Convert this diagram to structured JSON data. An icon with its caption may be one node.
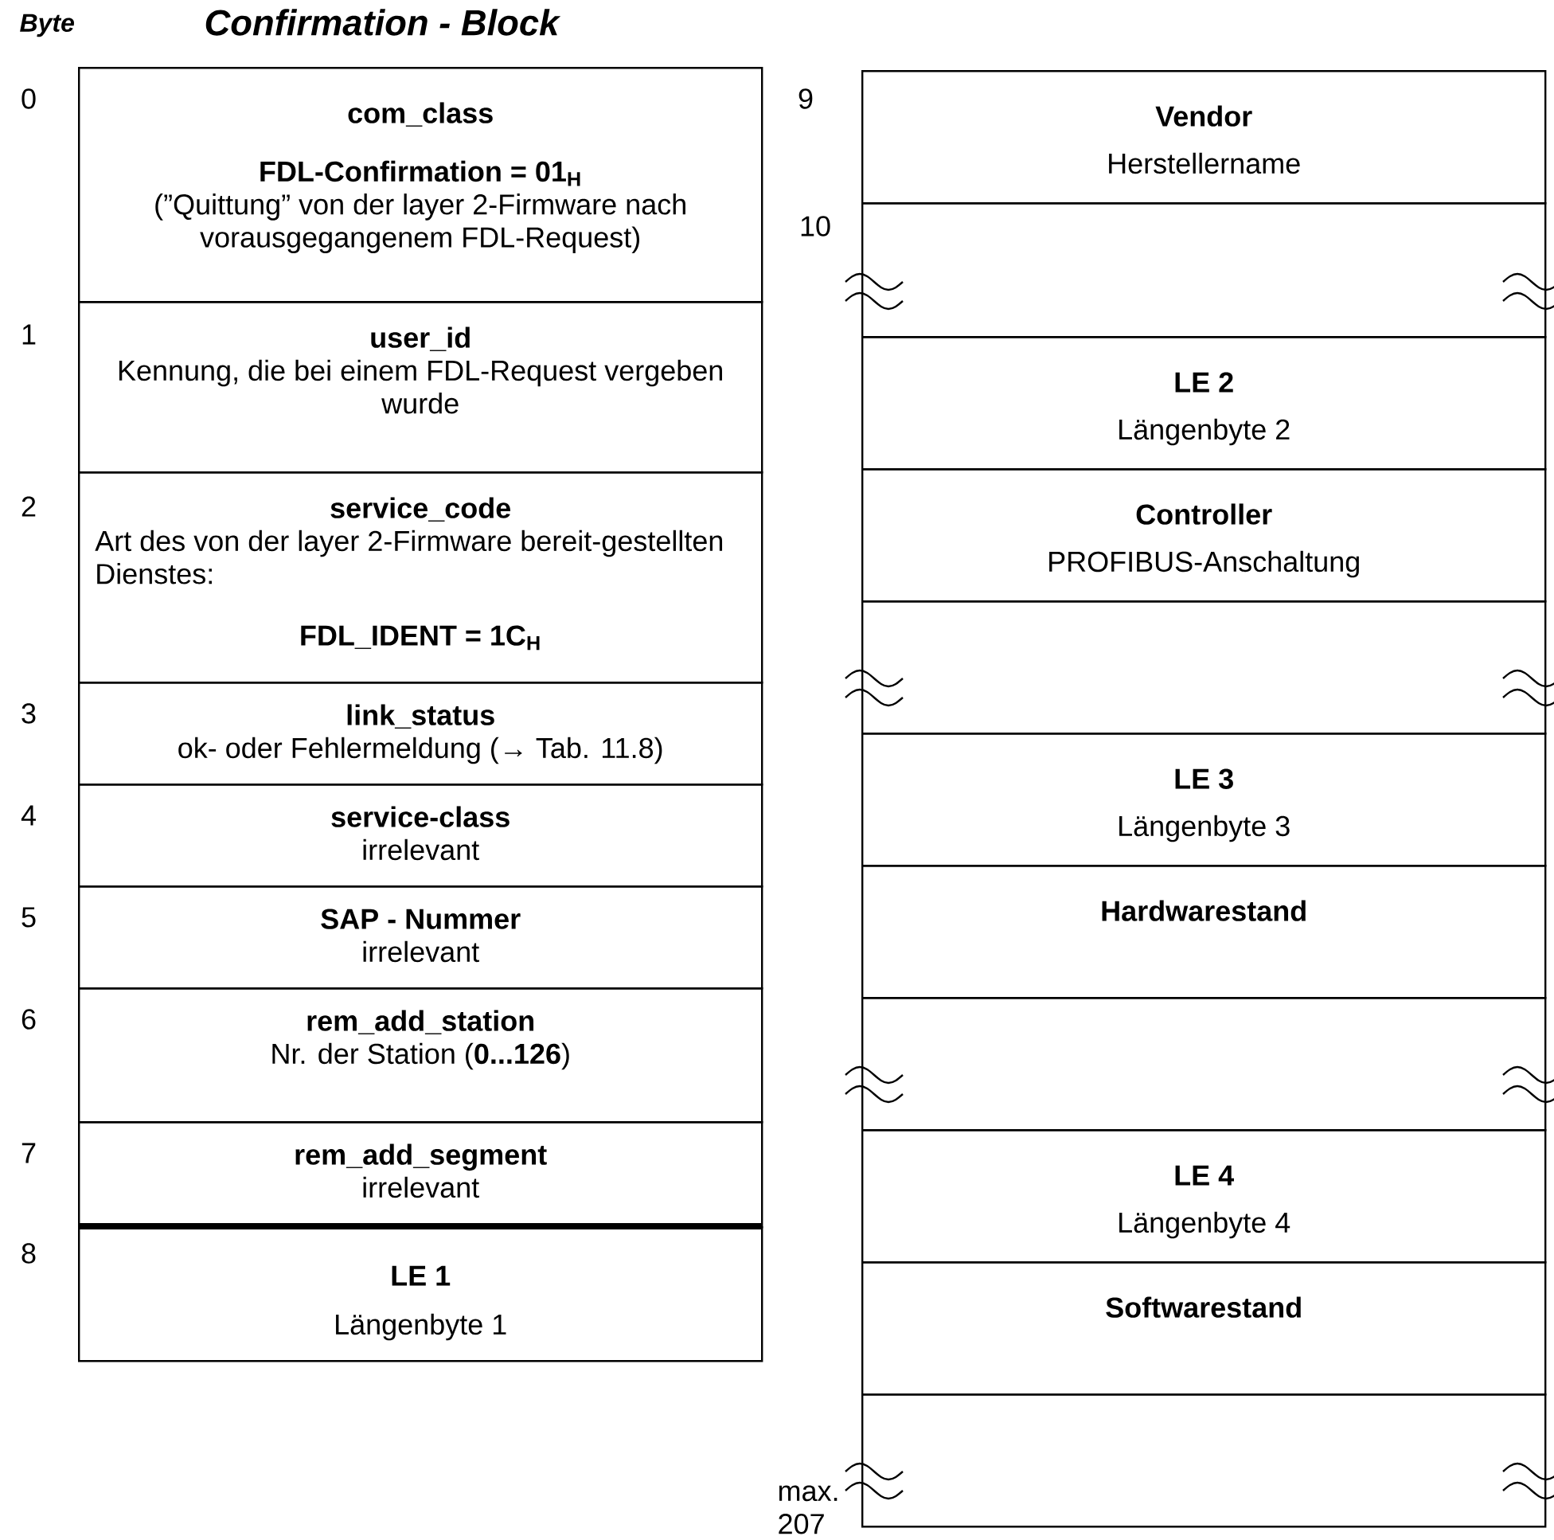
{
  "diagram": {
    "title": "Confirmation - Block",
    "nodes": [
      {
        "text": [
          "com_class",
          "FDL-Confirmation = 01$_{H}$",
          "(”Quittung” von der layer 2-Firmware nach vorausgegangenem FDL-Request)"
        ],
        "beside": [
          "0"
        ]
      },
      {
        "text": [
          "user_id",
          "Kennung, die bei einem FDL-Request vergeben wurde"
        ],
        "beside": [
          "1"
        ]
      },
      {
        "text": [
          "service_code",
          "Art des von der layer 2-Firmware bereit-gestellten Dienstes:",
          "FDL_IDENT = 1C$_{H}$"
        ],
        "beside": [
          "2"
        ]
      },
      {
        "text": [
          "link_status",
          "ok- oder Fehlermeldung (→ Tab. 11.8)"
        ],
        "beside": [
          "3"
        ]
      },
      {
        "text": [
          "service-class",
          "irrelevant"
        ],
        "beside": [
          "4"
        ]
      },
      {
        "text": [
          "SAP - Nummer",
          "irrelevant"
        ],
        "beside": [
          "5"
        ]
      },
      {
        "text": [
          "rem_add_station",
          "Nr. der Station (**0...126**)"
        ],
        "beside": [
          "6"
        ]
      },
      {
        "text": [
          "rem_add_segment",
          "irrelevant"
        ],
        "beside": [
          "7"
        ]
      },
      {
        "text": [
          "LE 1",
          "Längenbyte 1"
        ],
        "beside": [
          "8"
        ]
      },
      {
        "text": [
          "Vendor",
          "Herstellername"
        ],
        "beside": [
          "9"
        ]
      },
      {
        "text": [],
        "shape": "box",
        "beside": [
          "10"
        ]
      },
      {
        "text": [
          "LE 2",
          "Längenbyte 2"
        ]
      },
      {
        "text": [
          "Controller",
          "PROFIBUS-Anschaltung"
        ]
      },
      {
        "text": [],
        "shape": "box"
      },
      {
        "text": [
          "LE 3",
          "Längenbyte 3"
        ]
      },
      {
        "text": [
          "Hardwarestand"
        ]
      },
      {
        "text": [],
        "shape": "box"
      },
      {
        "text": [
          "LE 4",
          "Längenbyte 4"
        ]
      },
      {
        "text": [
          "Softwarestand"
        ]
      },
      {
        "text": [],
        "shape": "box",
        "beside": [
          "max. 207"
        ]
      }
    ],
    "labels": [
      "Byte"
    ]
  }
}
